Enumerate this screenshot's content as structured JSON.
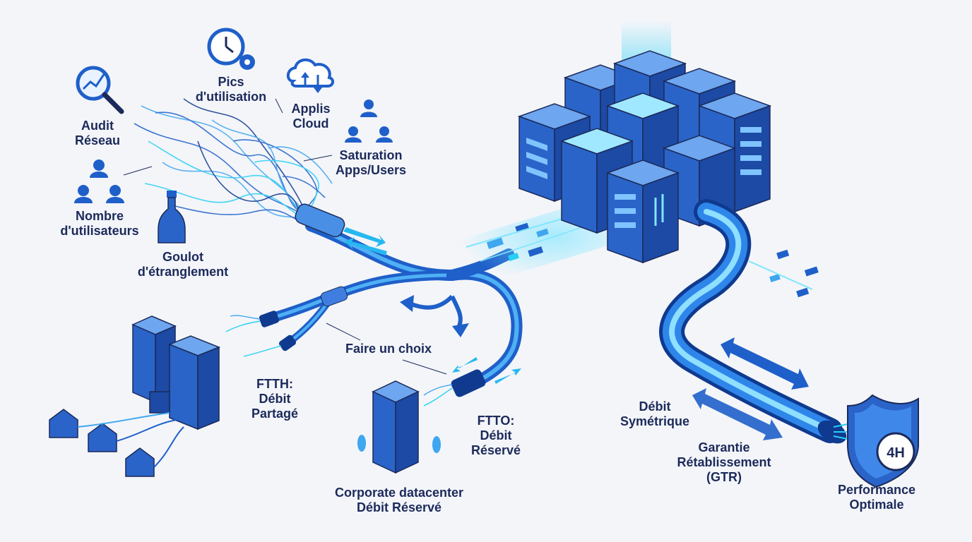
{
  "labels": {
    "audit": [
      "Audit",
      "Réseau"
    ],
    "pics": [
      "Pics",
      "d'utilisation"
    ],
    "applis": [
      "Applis",
      "Cloud"
    ],
    "saturation": [
      "Saturation",
      "Apps/Users"
    ],
    "nombre": [
      "Nombre",
      "d'utilisateurs"
    ],
    "goulot": [
      "Goulot",
      "d'étranglement"
    ],
    "choix": "Faire un choix",
    "ftth": [
      "FTTH:",
      "Débit",
      "Partagé"
    ],
    "ftto": [
      "FTTO:",
      "Débit",
      "Réservé"
    ],
    "corporate": [
      "Corporate datacenter",
      "Débit Réservé"
    ],
    "debit_sym": [
      "Débit",
      "Symétrique"
    ],
    "gtr": [
      "Garantie",
      "Rétablissement",
      "(GTR)"
    ],
    "performance": [
      "Performance",
      "Optimale"
    ],
    "badge": "4H"
  },
  "colors": {
    "background": "#f3f5f9",
    "text": "#1c2a5a",
    "primary": "#1f5fc9",
    "dark": "#0f3a8f",
    "light": "#3fa6f0",
    "cyan": "#26d0f5"
  },
  "icons": [
    "magnifier-chart-icon",
    "clock-gear-icon",
    "cloud-sync-icon",
    "users-icon",
    "bottle-icon",
    "server-cluster-icon",
    "building-icon",
    "house-icon",
    "shield-icon"
  ]
}
